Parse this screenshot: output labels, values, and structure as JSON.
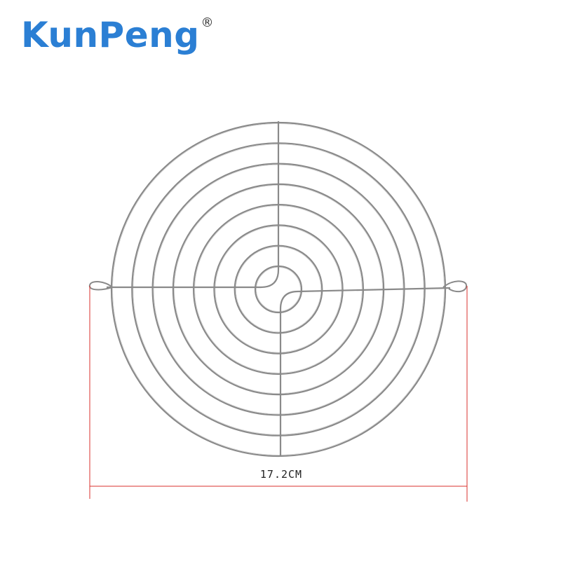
{
  "brand": {
    "name": "KunPeng",
    "mark": "®",
    "color": "#2b7fd4"
  },
  "product": {
    "name": "fan-guard-wire-grille",
    "ring_count": 8,
    "wire_color": "#8a8a8a"
  },
  "dimension": {
    "label": "17.2CM",
    "line_color": "#d9302c"
  }
}
